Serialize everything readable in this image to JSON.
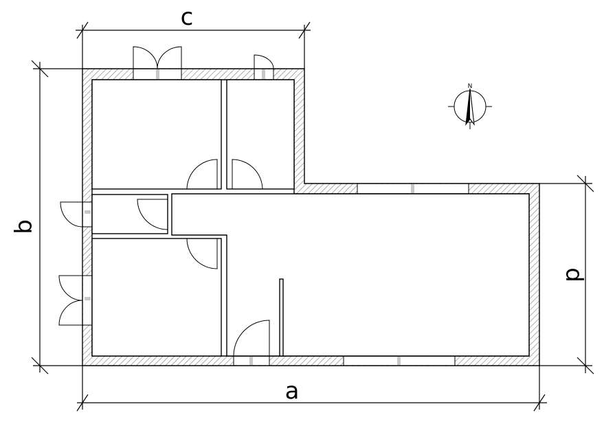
{
  "diagram": {
    "dimensions": {
      "width_bottom": "a",
      "height_left": "b",
      "width_top": "c",
      "height_right": "d"
    },
    "compass": {
      "north_label": "N"
    },
    "colors": {
      "line": "#000000",
      "background": "#ffffff",
      "sill": "#c8c8c8"
    },
    "icons": {
      "compass": "north-arrow-icon"
    }
  }
}
